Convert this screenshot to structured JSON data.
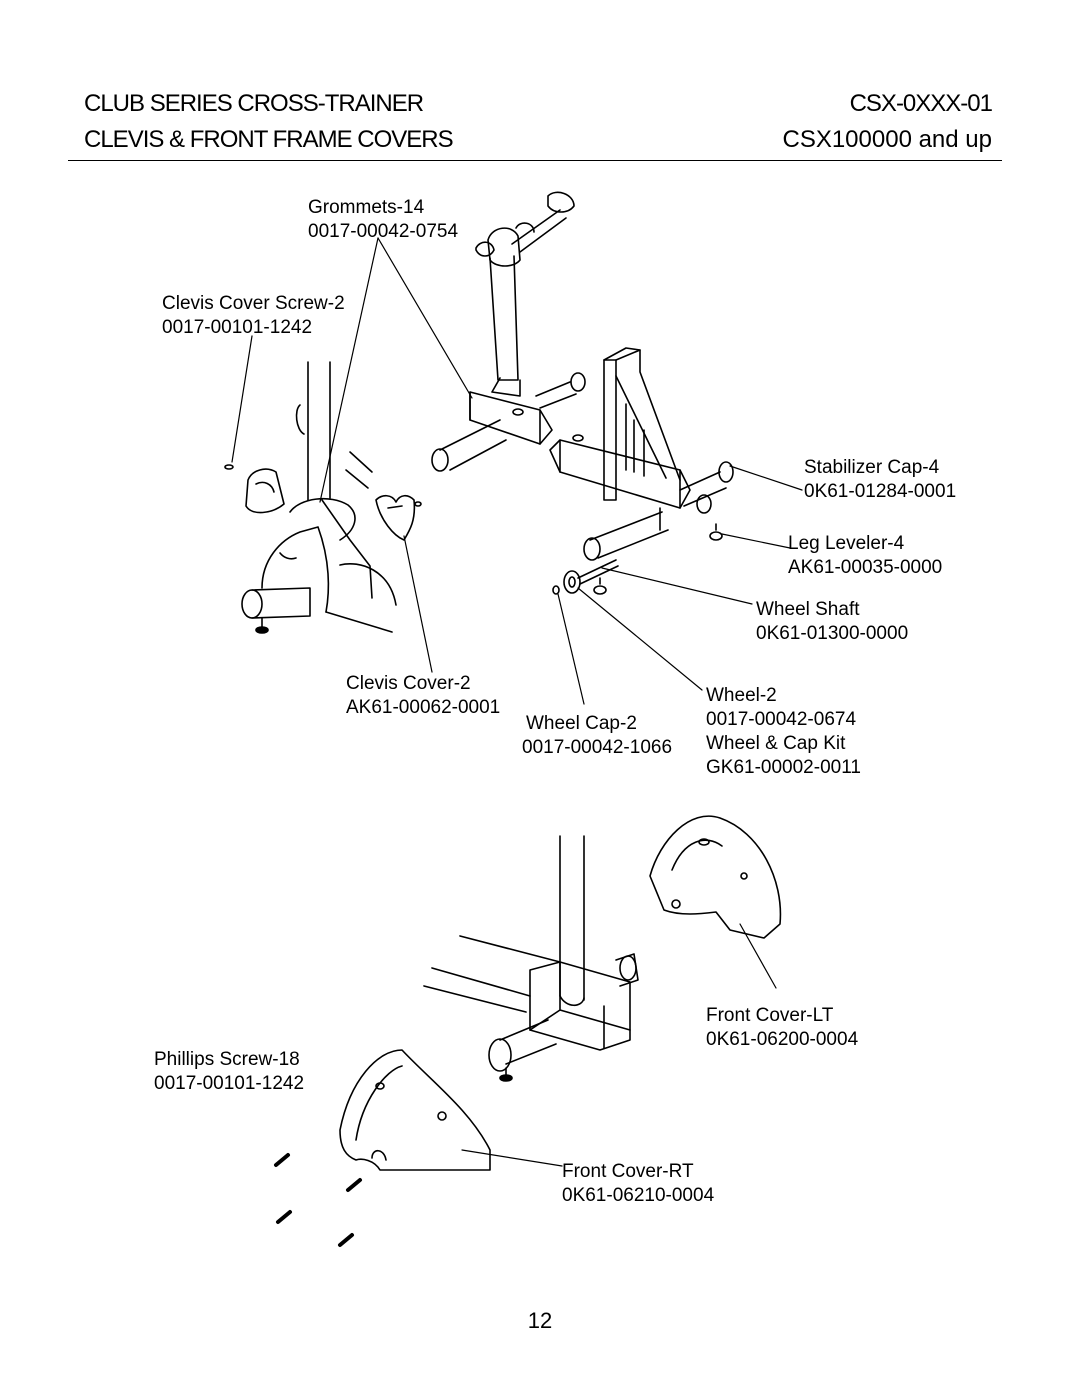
{
  "header": {
    "title_line1": "CLUB SERIES CROSS-TRAINER",
    "title_line2": "CLEVIS & FRONT FRAME COVERS",
    "model": "CSX-0XXX-01",
    "serial_range": "CSX100000 and up"
  },
  "parts_top": [
    {
      "name": "Grommets-14",
      "number": "0017-00042-0754"
    },
    {
      "name": "Clevis Cover Screw-2",
      "number": "0017-00101-1242"
    },
    {
      "name": "Stabilizer Cap-4",
      "number": "0K61-01284-0001"
    },
    {
      "name": "Leg Leveler-4",
      "number": "AK61-00035-0000"
    },
    {
      "name": "Wheel Shaft",
      "number": "0K61-01300-0000"
    },
    {
      "name": "Clevis Cover-2",
      "number": "AK61-00062-0001"
    },
    {
      "name": "Wheel Cap-2",
      "number": "0017-00042-1066"
    },
    {
      "name": "Wheel-2",
      "number": "0017-00042-0674"
    },
    {
      "name": "Wheel & Cap Kit",
      "number": "GK61-00002-0011"
    }
  ],
  "parts_bottom": [
    {
      "name": "Front Cover-LT",
      "number": "0K61-06200-0004"
    },
    {
      "name": "Phillips Screw-18",
      "number": "0017-00101-1242"
    },
    {
      "name": "Front Cover-RT",
      "number": "0K61-06210-0004"
    }
  ],
  "page_number": "12"
}
